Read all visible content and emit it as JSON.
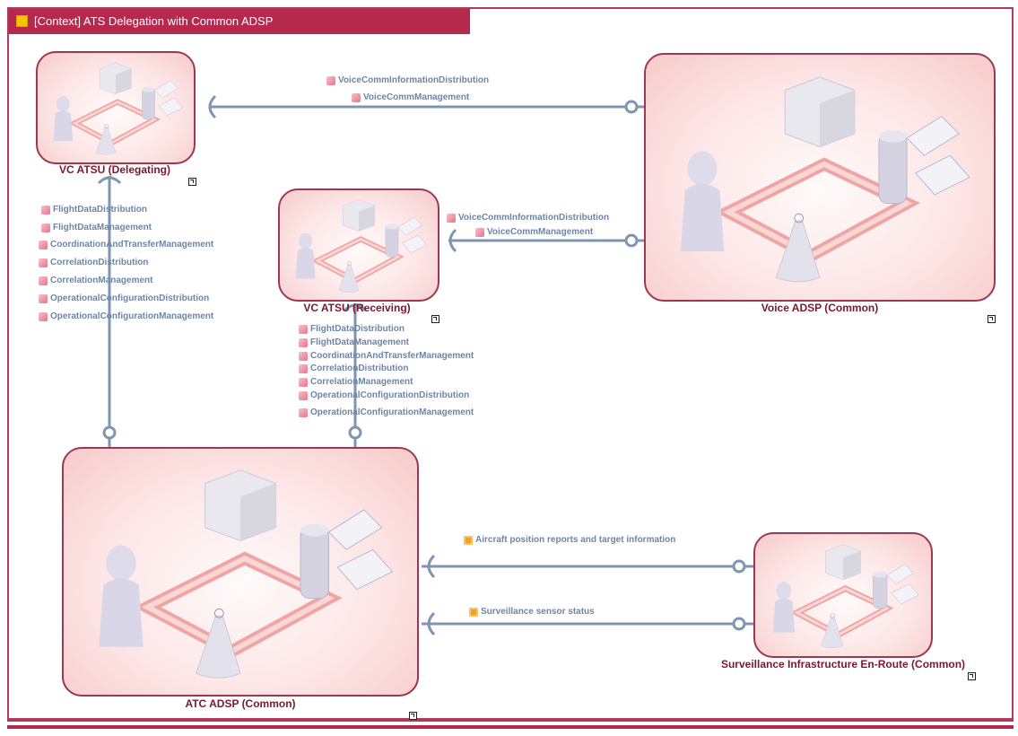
{
  "diagram_title": "[Context] ATS Delegation with Common ADSP",
  "colors": {
    "frame": "#b5294e",
    "node_border": "#9b3852",
    "node_fill": "#fde6e6",
    "wire": "#7f96b1",
    "label": "#7a1830",
    "flow_text": "#6f86a3"
  },
  "nodes": {
    "vc_delegating": "VC ATSU (Delegating)",
    "vc_receiving": "VC ATSU (Receiving)",
    "voice_adsp": "Voice ADSP (Common)",
    "atc_adsp": "ATC ADSP (Common)",
    "surveillance": "Surveillance Infrastructure En-Route (Common)"
  },
  "flows": {
    "top_voice": [
      "VoiceCommInformationDistribution",
      "VoiceCommManagement"
    ],
    "mid_voice": [
      "VoiceCommInformationDistribution",
      "VoiceCommManagement"
    ],
    "left_ops": [
      "FlightDataDistribution",
      "FlightDataManagement",
      "CoordinationAndTransferManagement",
      "CorrelationDistribution",
      "CorrelationManagement",
      "OperationalConfigurationDistribution",
      "OperationalConfigurationManagement"
    ],
    "center_ops": [
      "FlightDataDistribution",
      "FlightDataManagement",
      "CoordinationAndTransferManagement",
      "CorrelationDistribution",
      "CorrelationManagement",
      "OperationalConfigurationDistribution",
      "OperationalConfigurationManagement"
    ],
    "surv": [
      "Aircraft position reports and target information",
      "Surveillance sensor status"
    ]
  }
}
